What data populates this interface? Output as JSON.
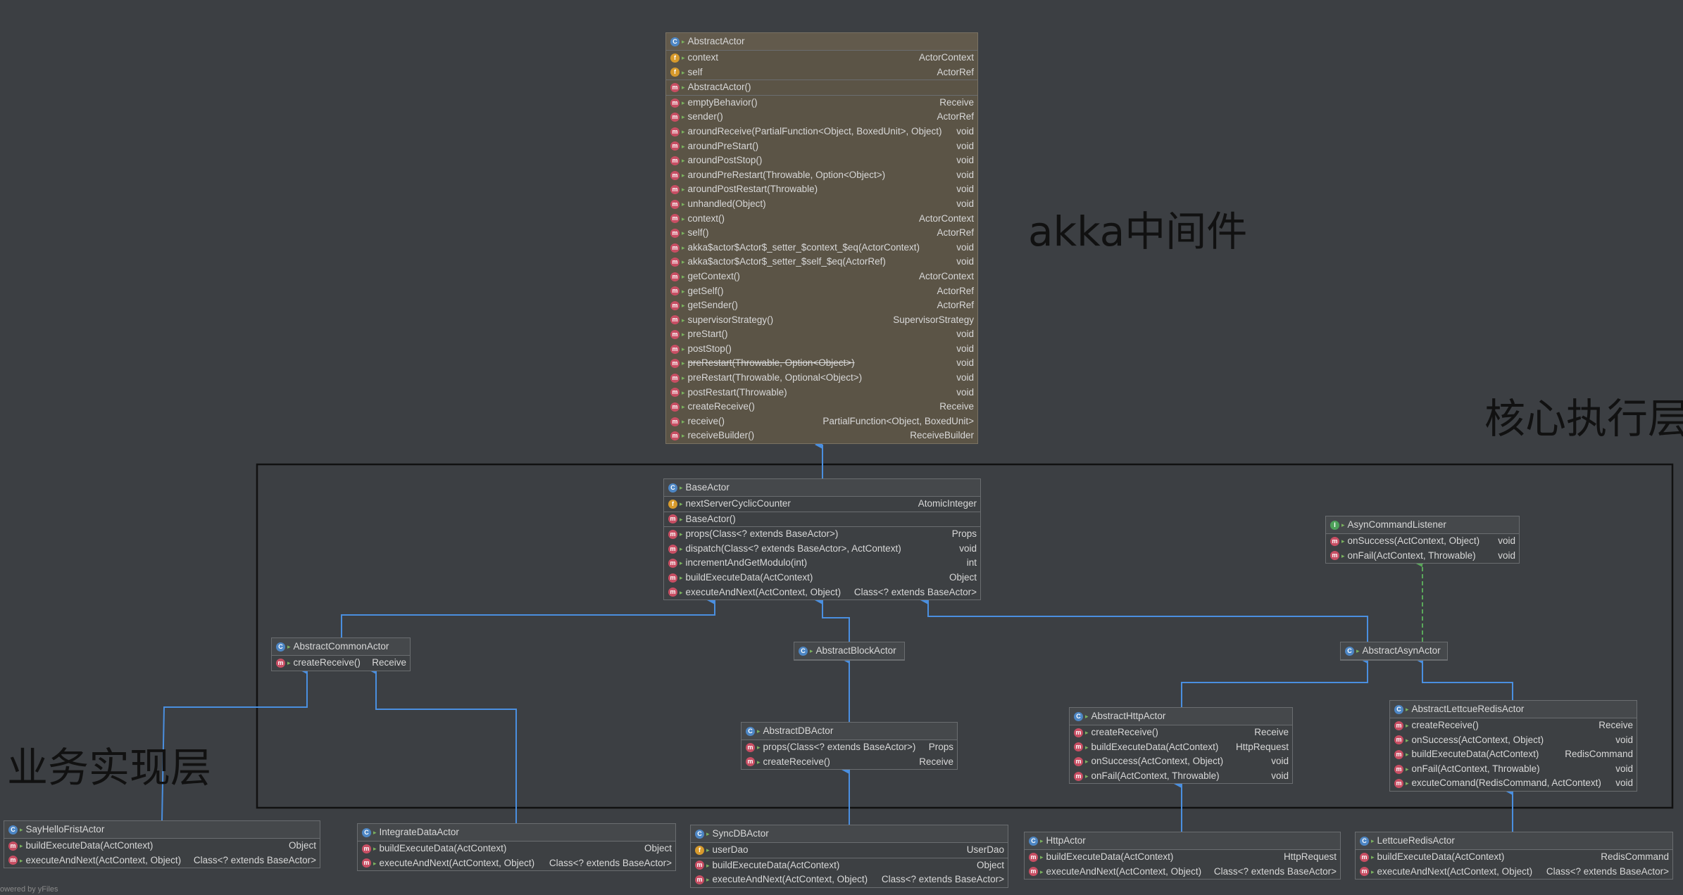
{
  "layers": {
    "akka": "akka中间件",
    "core": "核心执行层",
    "biz": "业务实现层"
  },
  "footer": "owered by yFiles",
  "classes": {
    "abstractActor": {
      "name": "AbstractActor",
      "fields": [
        {
          "name": "context",
          "type": "ActorContext"
        },
        {
          "name": "self",
          "type": "ActorRef"
        }
      ],
      "constructors": [
        {
          "name": "AbstractActor()",
          "type": ""
        }
      ],
      "methods": [
        {
          "name": "emptyBehavior()",
          "type": "Receive"
        },
        {
          "name": "sender()",
          "type": "ActorRef"
        },
        {
          "name": "aroundReceive(PartialFunction<Object, BoxedUnit>, Object)",
          "type": "void"
        },
        {
          "name": "aroundPreStart()",
          "type": "void"
        },
        {
          "name": "aroundPostStop()",
          "type": "void"
        },
        {
          "name": "aroundPreRestart(Throwable, Option<Object>)",
          "type": "void"
        },
        {
          "name": "aroundPostRestart(Throwable)",
          "type": "void"
        },
        {
          "name": "unhandled(Object)",
          "type": "void"
        },
        {
          "name": "context()",
          "type": "ActorContext"
        },
        {
          "name": "self()",
          "type": "ActorRef"
        },
        {
          "name": "akka$actor$Actor$_setter_$context_$eq(ActorContext)",
          "type": "void"
        },
        {
          "name": "akka$actor$Actor$_setter_$self_$eq(ActorRef)",
          "type": "void"
        },
        {
          "name": "getContext()",
          "type": "ActorContext"
        },
        {
          "name": "getSelf()",
          "type": "ActorRef"
        },
        {
          "name": "getSender()",
          "type": "ActorRef"
        },
        {
          "name": "supervisorStrategy()",
          "type": "SupervisorStrategy"
        },
        {
          "name": "preStart()",
          "type": "void"
        },
        {
          "name": "postStop()",
          "type": "void"
        },
        {
          "name": "preRestart(Throwable, Option<Object>)",
          "type": "void",
          "strike": true
        },
        {
          "name": "preRestart(Throwable, Optional<Object>)",
          "type": "void"
        },
        {
          "name": "postRestart(Throwable)",
          "type": "void"
        },
        {
          "name": "createReceive()",
          "type": "Receive"
        },
        {
          "name": "receive()",
          "type": "PartialFunction<Object, BoxedUnit>"
        },
        {
          "name": "receiveBuilder()",
          "type": "ReceiveBuilder"
        }
      ]
    },
    "baseActor": {
      "name": "BaseActor",
      "fields": [
        {
          "name": "nextServerCyclicCounter",
          "type": "AtomicInteger"
        }
      ],
      "constructors": [
        {
          "name": "BaseActor()",
          "type": ""
        }
      ],
      "methods": [
        {
          "name": "props(Class<? extends BaseActor>)",
          "type": "Props"
        },
        {
          "name": "dispatch(Class<? extends BaseActor>, ActContext)",
          "type": "void"
        },
        {
          "name": "incrementAndGetModulo(int)",
          "type": "int"
        },
        {
          "name": "buildExecuteData(ActContext)",
          "type": "Object"
        },
        {
          "name": "executeAndNext(ActContext, Object)",
          "type": "Class<? extends BaseActor>"
        }
      ]
    },
    "asynListener": {
      "name": "AsynCommandListener",
      "methods": [
        {
          "name": "onSuccess(ActContext, Object)",
          "type": "void"
        },
        {
          "name": "onFail(ActContext, Throwable)",
          "type": "void"
        }
      ]
    },
    "abstractCommonActor": {
      "name": "AbstractCommonActor",
      "methods": [
        {
          "name": "createReceive()",
          "type": "Receive"
        }
      ]
    },
    "abstractBlockActor": {
      "name": "AbstractBlockActor"
    },
    "abstractAsynActor": {
      "name": "AbstractAsynActor"
    },
    "abstractDBActor": {
      "name": "AbstractDBActor",
      "methods": [
        {
          "name": "props(Class<? extends BaseActor>)",
          "type": "Props"
        },
        {
          "name": "createReceive()",
          "type": "Receive"
        }
      ]
    },
    "abstractHttpActor": {
      "name": "AbstractHttpActor",
      "methods": [
        {
          "name": "createReceive()",
          "type": "Receive"
        },
        {
          "name": "buildExecuteData(ActContext)",
          "type": "HttpRequest"
        },
        {
          "name": "onSuccess(ActContext, Object)",
          "type": "void"
        },
        {
          "name": "onFail(ActContext, Throwable)",
          "type": "void"
        }
      ]
    },
    "abstractLettcueRedisActor": {
      "name": "AbstractLettcueRedisActor",
      "methods": [
        {
          "name": "createReceive()",
          "type": "Receive"
        },
        {
          "name": "onSuccess(ActContext, Object)",
          "type": "void"
        },
        {
          "name": "buildExecuteData(ActContext)",
          "type": "RedisCommand"
        },
        {
          "name": "onFail(ActContext, Throwable)",
          "type": "void"
        },
        {
          "name": "excuteComand(RedisCommand, ActContext)",
          "type": "void"
        }
      ]
    },
    "sayHelloFristActor": {
      "name": "SayHelloFristActor",
      "methods": [
        {
          "name": "buildExecuteData(ActContext)",
          "type": "Object"
        },
        {
          "name": "executeAndNext(ActContext, Object)",
          "type": "Class<? extends BaseActor>"
        }
      ]
    },
    "integrateDataActor": {
      "name": "IntegrateDataActor",
      "methods": [
        {
          "name": "buildExecuteData(ActContext)",
          "type": "Object"
        },
        {
          "name": "executeAndNext(ActContext, Object)",
          "type": "Class<? extends BaseActor>"
        }
      ]
    },
    "syncDBActor": {
      "name": "SyncDBActor",
      "fields": [
        {
          "name": "userDao",
          "type": "UserDao"
        }
      ],
      "methods": [
        {
          "name": "buildExecuteData(ActContext)",
          "type": "Object"
        },
        {
          "name": "executeAndNext(ActContext, Object)",
          "type": "Class<? extends BaseActor>"
        }
      ]
    },
    "httpActor": {
      "name": "HttpActor",
      "methods": [
        {
          "name": "buildExecuteData(ActContext)",
          "type": "HttpRequest"
        },
        {
          "name": "executeAndNext(ActContext, Object)",
          "type": "Class<? extends BaseActor>"
        }
      ]
    },
    "lettcueRedisActor": {
      "name": "LettcueRedisActor",
      "methods": [
        {
          "name": "buildExecuteData(ActContext)",
          "type": "RedisCommand"
        },
        {
          "name": "executeAndNext(ActContext, Object)",
          "type": "Class<? extends BaseActor>"
        }
      ]
    }
  }
}
